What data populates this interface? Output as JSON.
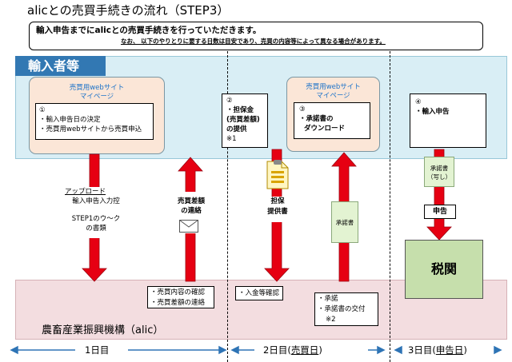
{
  "title": "alicとの売買手続きの流れ（STEP3）",
  "notice": {
    "line1": "輸入申告までにalicとの売買手続きを行っていただきます。",
    "line2": "なお、 以下のやりとりに要する日数は目安であり、売買の内容等によって異なる場合があります。"
  },
  "lanes": {
    "importer": "輸入者等",
    "alic": "農畜産業振興機構（alic）"
  },
  "panels": {
    "website_label": "売買用webサイト",
    "mypage_label": "マイページ"
  },
  "steps": {
    "s1": {
      "num": "①",
      "lines": [
        "・輸入申告日の決定",
        "・売買用webサイトから売買申込"
      ]
    },
    "s2": {
      "num": "②",
      "lines": [
        "・担保金",
        "(売買差額)",
        "の提供",
        "※1"
      ]
    },
    "s3": {
      "num": "③",
      "lines": [
        "・承諾書の",
        "ダウンロード"
      ]
    },
    "s4": {
      "num": "④",
      "lines": [
        "・輸入申告"
      ]
    }
  },
  "upload": {
    "heading": "アップロード",
    "line1": "輸入申告入力控",
    "line2": "STEP1のウ～ク",
    "line3": "の書類"
  },
  "price_diff_notice": [
    "売買差額",
    "の連絡"
  ],
  "collateral_doc": [
    "担保",
    "提供書"
  ],
  "approval_doc": "承諾書",
  "approval_copy": [
    "承諾書",
    "（写し）"
  ],
  "declaration": "申告",
  "customs": "税関",
  "alic_boxes": {
    "b1": [
      "・売買内容の確認",
      "・売買差額の連絡"
    ],
    "b2": [
      "・入金等確認"
    ],
    "b3": [
      "・承諾",
      "・承諾書の交付",
      "※2"
    ]
  },
  "timeline": {
    "day1": "1日目",
    "day2_prefix": "2日目(",
    "day2_term": "売買日",
    "day2_suffix": ")",
    "day3_prefix": "3日目(",
    "day3_term": "申告日",
    "day3_suffix": ")"
  },
  "colors": {
    "importer_band": "#d9eef5",
    "importer_label": "#3278b3",
    "alic_band": "#f3dde0",
    "panel": "#fbe6d7",
    "arrow_red": "#e60012",
    "arrow_green": "#8cc63e",
    "customs_box": "#c6dfac",
    "link_blue": "#1d73c9",
    "timeline_blue": "#2e74b5"
  }
}
